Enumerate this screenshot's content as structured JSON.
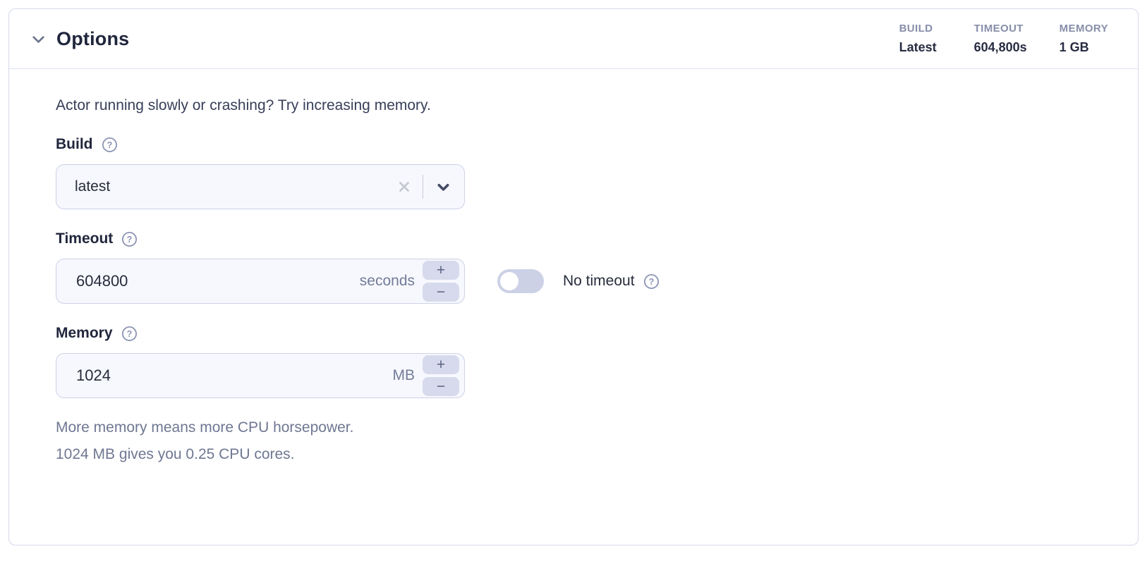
{
  "panel": {
    "title": "Options",
    "summary": [
      {
        "label": "BUILD",
        "value": "Latest"
      },
      {
        "label": "TIMEOUT",
        "value": "604,800s"
      },
      {
        "label": "MEMORY",
        "value": "1 GB"
      }
    ],
    "intro": "Actor running slowly or crashing? Try increasing memory.",
    "build": {
      "label": "Build",
      "value": "latest"
    },
    "timeout": {
      "label": "Timeout",
      "value": "604800",
      "unit": "seconds",
      "toggle_label": "No timeout",
      "toggle_state": "off"
    },
    "memory": {
      "label": "Memory",
      "value": "1024",
      "unit": "MB",
      "help_line1": "More memory means more CPU horsepower.",
      "help_line2": "1024 MB gives you 0.25 CPU cores."
    },
    "stepper": {
      "plus": "+",
      "minus": "−"
    },
    "icons": {
      "header_collapse": "chevron-down",
      "field_help": "question-circle",
      "select_clear": "x",
      "select_open": "chevron-down"
    }
  },
  "colors": {
    "card_border": "#d4d8ec",
    "header_divider": "#dfe2ef",
    "title_text": "#20263c",
    "summary_label": "#878ea9",
    "summary_value": "#272c42",
    "control_bg": "#f7f8fd",
    "control_border": "#ccd1e6",
    "suffix_text": "#737b99",
    "stepper_bg": "#d6daec",
    "toggle_track": "#ccd1e6",
    "helper_text": "#6f7792",
    "help_icon": "#8b93b4"
  }
}
